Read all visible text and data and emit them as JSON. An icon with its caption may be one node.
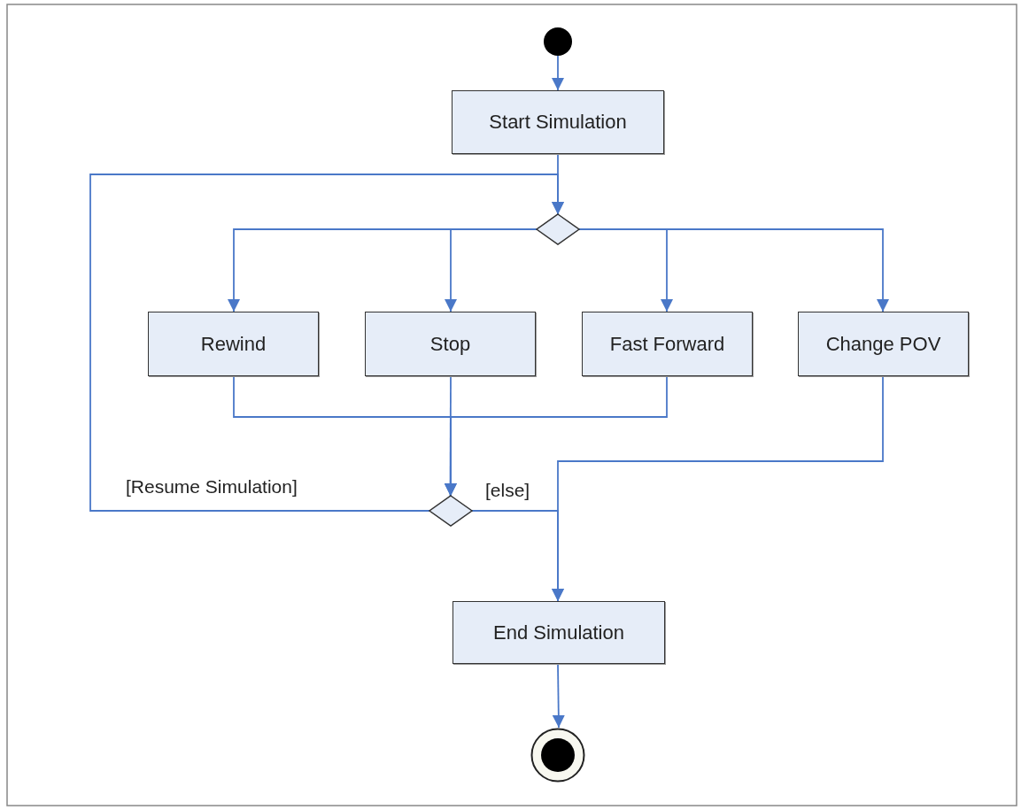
{
  "diagram": {
    "nodes": [
      {
        "text": [],
        "shape": "circle"
      },
      {
        "text": [
          "Start Simulation"
        ]
      },
      {
        "text": [],
        "shape": "diamond"
      },
      {
        "text": [
          "Rewind"
        ]
      },
      {
        "text": [
          "Stop"
        ]
      },
      {
        "text": [
          "Fast Forward"
        ]
      },
      {
        "text": [
          "Change POV"
        ]
      },
      {
        "text": [],
        "shape": "diamond"
      },
      {
        "text": [
          "End Simulation"
        ]
      },
      {
        "text": [],
        "shape": "bullseye"
      }
    ],
    "edges": [
      {
        "from": 0,
        "to": 1,
        "arrow": "to"
      },
      {
        "from": 1,
        "to": 2,
        "arrow": "to"
      },
      {
        "from": 2,
        "to": 3,
        "arrow": "to"
      },
      {
        "from": 2,
        "to": 4,
        "arrow": "to"
      },
      {
        "from": 2,
        "to": 5,
        "arrow": "to"
      },
      {
        "from": 2,
        "to": 6,
        "arrow": "to"
      },
      {
        "from": 3,
        "to": 7,
        "arrow": "to"
      },
      {
        "from": 4,
        "to": 7,
        "arrow": "to"
      },
      {
        "from": 5,
        "to": 7,
        "arrow": "to"
      },
      {
        "from": 7,
        "to": 2,
        "arrow": "to",
        "label": "[Resume Simulation]"
      },
      {
        "from": 7,
        "to": 8,
        "arrow": "to",
        "label": "[else]"
      },
      {
        "from": 6,
        "to": 8,
        "arrow": "to"
      },
      {
        "from": 8,
        "to": 9,
        "arrow": "to"
      }
    ]
  }
}
